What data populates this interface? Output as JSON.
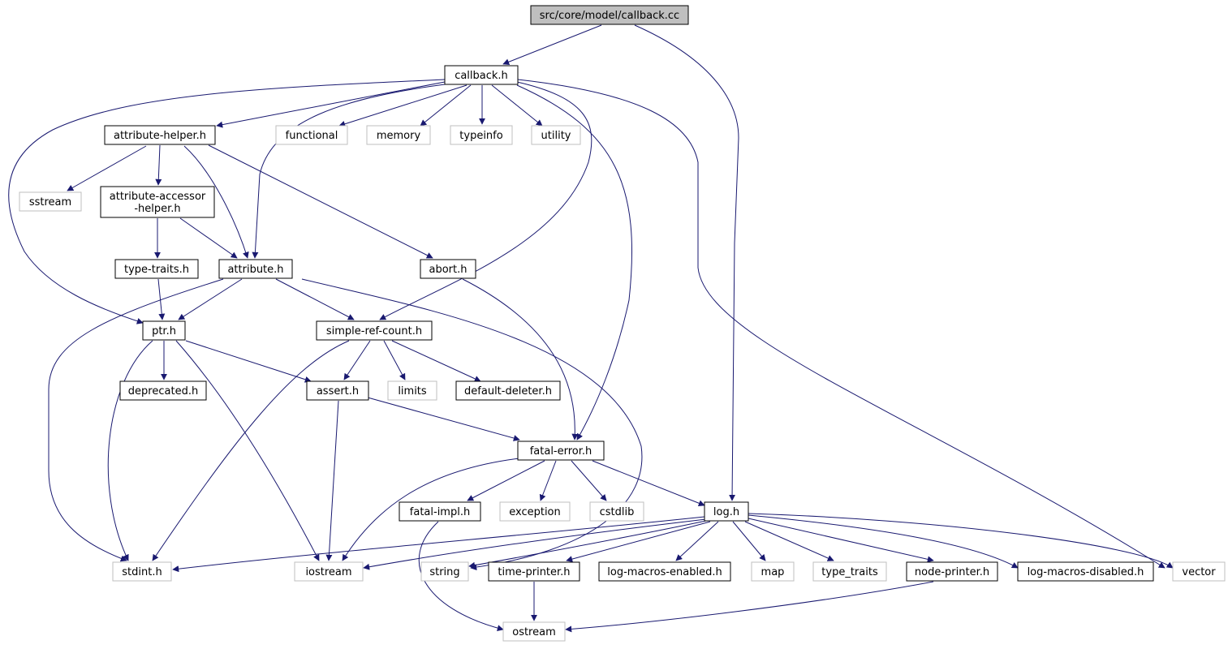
{
  "colors": {
    "edge": "#191970",
    "box_border": "#000000",
    "system_border": "#bfbfbf",
    "root_fill": "#bfbfbf",
    "text": "#000000"
  },
  "nodes": [
    {
      "id": "callback_cc",
      "label": "src/core/model/callback.cc",
      "kind": "root"
    },
    {
      "id": "callback_h",
      "label": "callback.h",
      "kind": "file"
    },
    {
      "id": "attribute_helper_h",
      "label": "attribute-helper.h",
      "kind": "file"
    },
    {
      "id": "functional",
      "label": "functional",
      "kind": "system"
    },
    {
      "id": "memory",
      "label": "memory",
      "kind": "system"
    },
    {
      "id": "typeinfo",
      "label": "typeinfo",
      "kind": "system"
    },
    {
      "id": "utility",
      "label": "utility",
      "kind": "system"
    },
    {
      "id": "sstream",
      "label": "sstream",
      "kind": "system"
    },
    {
      "id": "attribute_accessor_helper_h",
      "label": "attribute-accessor\n-helper.h",
      "kind": "file"
    },
    {
      "id": "type_traits_h",
      "label": "type-traits.h",
      "kind": "file"
    },
    {
      "id": "attribute_h",
      "label": "attribute.h",
      "kind": "file"
    },
    {
      "id": "abort_h",
      "label": "abort.h",
      "kind": "file"
    },
    {
      "id": "ptr_h",
      "label": "ptr.h",
      "kind": "file"
    },
    {
      "id": "simple_ref_count_h",
      "label": "simple-ref-count.h",
      "kind": "file"
    },
    {
      "id": "deprecated_h",
      "label": "deprecated.h",
      "kind": "file"
    },
    {
      "id": "assert_h",
      "label": "assert.h",
      "kind": "file"
    },
    {
      "id": "limits",
      "label": "limits",
      "kind": "system"
    },
    {
      "id": "default_deleter_h",
      "label": "default-deleter.h",
      "kind": "file"
    },
    {
      "id": "fatal_error_h",
      "label": "fatal-error.h",
      "kind": "file"
    },
    {
      "id": "fatal_impl_h",
      "label": "fatal-impl.h",
      "kind": "file"
    },
    {
      "id": "exception",
      "label": "exception",
      "kind": "system"
    },
    {
      "id": "cstdlib",
      "label": "cstdlib",
      "kind": "system"
    },
    {
      "id": "log_h",
      "label": "log.h",
      "kind": "file"
    },
    {
      "id": "stdint_h",
      "label": "stdint.h",
      "kind": "system"
    },
    {
      "id": "iostream",
      "label": "iostream",
      "kind": "system"
    },
    {
      "id": "string",
      "label": "string",
      "kind": "system"
    },
    {
      "id": "time_printer_h",
      "label": "time-printer.h",
      "kind": "file"
    },
    {
      "id": "log_macros_enabled_h",
      "label": "log-macros-enabled.h",
      "kind": "file"
    },
    {
      "id": "map",
      "label": "map",
      "kind": "system"
    },
    {
      "id": "type_traits",
      "label": "type_traits",
      "kind": "system"
    },
    {
      "id": "node_printer_h",
      "label": "node-printer.h",
      "kind": "file"
    },
    {
      "id": "log_macros_disabled_h",
      "label": "log-macros-disabled.h",
      "kind": "file"
    },
    {
      "id": "vector",
      "label": "vector",
      "kind": "system"
    },
    {
      "id": "ostream",
      "label": "ostream",
      "kind": "system"
    }
  ],
  "edges": [
    {
      "from": "callback_cc",
      "to": "callback_h"
    },
    {
      "from": "callback_cc",
      "to": "log_h"
    },
    {
      "from": "callback_h",
      "to": "attribute_helper_h"
    },
    {
      "from": "callback_h",
      "to": "functional"
    },
    {
      "from": "callback_h",
      "to": "memory"
    },
    {
      "from": "callback_h",
      "to": "typeinfo"
    },
    {
      "from": "callback_h",
      "to": "utility"
    },
    {
      "from": "callback_h",
      "to": "ptr_h"
    },
    {
      "from": "callback_h",
      "to": "attribute_h"
    },
    {
      "from": "callback_h",
      "to": "simple_ref_count_h"
    },
    {
      "from": "callback_h",
      "to": "fatal_error_h"
    },
    {
      "from": "callback_h",
      "to": "vector"
    },
    {
      "from": "attribute_helper_h",
      "to": "sstream"
    },
    {
      "from": "attribute_helper_h",
      "to": "attribute_accessor_helper_h"
    },
    {
      "from": "attribute_helper_h",
      "to": "attribute_h"
    },
    {
      "from": "attribute_helper_h",
      "to": "abort_h"
    },
    {
      "from": "attribute_accessor_helper_h",
      "to": "type_traits_h"
    },
    {
      "from": "attribute_accessor_helper_h",
      "to": "attribute_h"
    },
    {
      "from": "type_traits_h",
      "to": "ptr_h"
    },
    {
      "from": "attribute_h",
      "to": "ptr_h"
    },
    {
      "from": "attribute_h",
      "to": "simple_ref_count_h"
    },
    {
      "from": "attribute_h",
      "to": "stdint_h"
    },
    {
      "from": "attribute_h",
      "to": "string"
    },
    {
      "from": "abort_h",
      "to": "fatal_error_h"
    },
    {
      "from": "ptr_h",
      "to": "deprecated_h"
    },
    {
      "from": "ptr_h",
      "to": "assert_h"
    },
    {
      "from": "ptr_h",
      "to": "stdint_h"
    },
    {
      "from": "ptr_h",
      "to": "iostream"
    },
    {
      "from": "simple_ref_count_h",
      "to": "assert_h"
    },
    {
      "from": "simple_ref_count_h",
      "to": "limits"
    },
    {
      "from": "simple_ref_count_h",
      "to": "default_deleter_h"
    },
    {
      "from": "simple_ref_count_h",
      "to": "stdint_h"
    },
    {
      "from": "assert_h",
      "to": "fatal_error_h"
    },
    {
      "from": "assert_h",
      "to": "iostream"
    },
    {
      "from": "fatal_error_h",
      "to": "fatal_impl_h"
    },
    {
      "from": "fatal_error_h",
      "to": "exception"
    },
    {
      "from": "fatal_error_h",
      "to": "cstdlib"
    },
    {
      "from": "fatal_error_h",
      "to": "log_h"
    },
    {
      "from": "fatal_error_h",
      "to": "iostream"
    },
    {
      "from": "fatal_impl_h",
      "to": "ostream"
    },
    {
      "from": "log_h",
      "to": "stdint_h"
    },
    {
      "from": "log_h",
      "to": "iostream"
    },
    {
      "from": "log_h",
      "to": "string"
    },
    {
      "from": "log_h",
      "to": "time_printer_h"
    },
    {
      "from": "log_h",
      "to": "log_macros_enabled_h"
    },
    {
      "from": "log_h",
      "to": "map"
    },
    {
      "from": "log_h",
      "to": "type_traits"
    },
    {
      "from": "log_h",
      "to": "node_printer_h"
    },
    {
      "from": "log_h",
      "to": "log_macros_disabled_h"
    },
    {
      "from": "log_h",
      "to": "vector"
    },
    {
      "from": "time_printer_h",
      "to": "ostream"
    },
    {
      "from": "node_printer_h",
      "to": "ostream"
    }
  ]
}
